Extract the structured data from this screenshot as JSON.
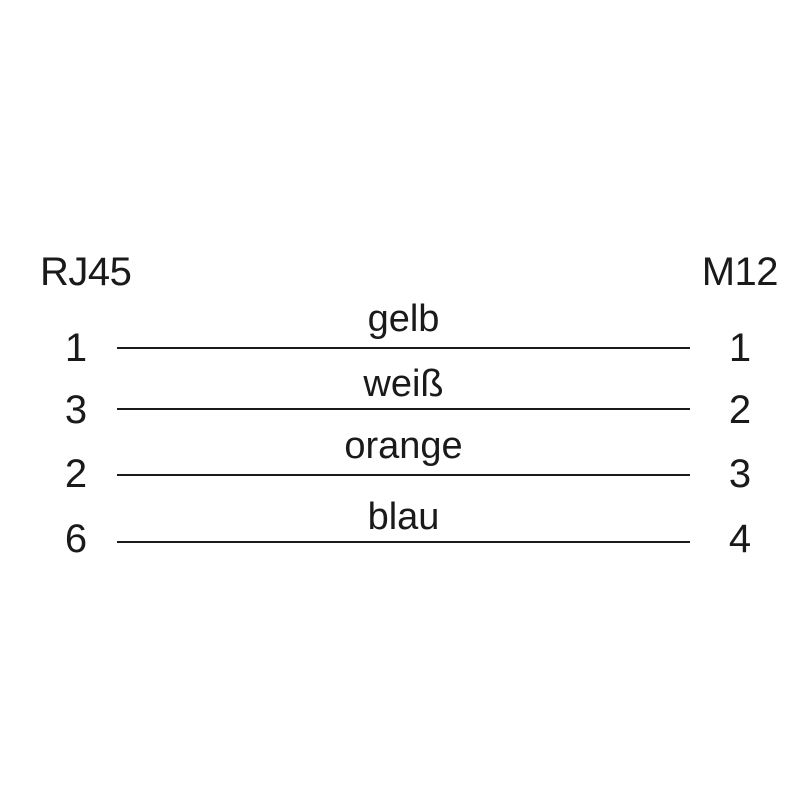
{
  "connectors": {
    "left": "RJ45",
    "right": "M12"
  },
  "wires": [
    {
      "left_pin": "1",
      "right_pin": "1",
      "color": "gelb"
    },
    {
      "left_pin": "3",
      "right_pin": "2",
      "color": "weiß"
    },
    {
      "left_pin": "2",
      "right_pin": "3",
      "color": "orange"
    },
    {
      "left_pin": "6",
      "right_pin": "4",
      "color": "blau"
    }
  ]
}
